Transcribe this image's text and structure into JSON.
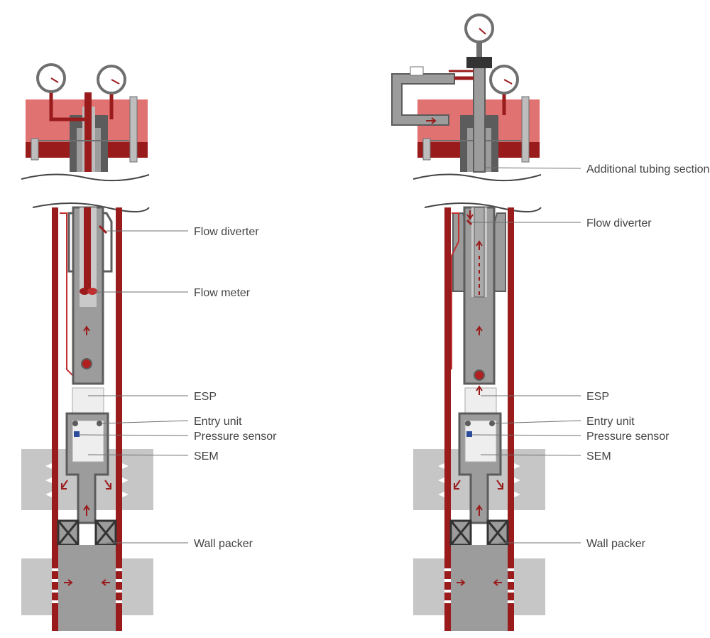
{
  "colors": {
    "casing_red": "#9a1b1b",
    "wellhead_pink": "#e07272",
    "grey_dark": "#5c5c5c",
    "grey_mid": "#9c9c9c",
    "grey_fill": "#bdbdbd",
    "grey_light": "#d6d6d6",
    "formation": "#c6c6c6",
    "sensor_blue": "#2a4c9a",
    "leader_line": "#6f6f6f",
    "label_text": "#444444"
  },
  "left_diagram": {
    "labels": {
      "flow_diverter": "Flow diverter",
      "flow_meter": "Flow meter",
      "esp": "ESP",
      "entry_unit": "Entry unit",
      "pressure_sensor": "Pressure sensor",
      "sem": "SEM",
      "wall_packer": "Wall packer"
    }
  },
  "right_diagram": {
    "labels": {
      "additional_tubing_section": "Additional tubing section",
      "flow_diverter": "Flow diverter",
      "esp": "ESP",
      "entry_unit": "Entry unit",
      "pressure_sensor": "Pressure sensor",
      "sem": "SEM",
      "wall_packer": "Wall packer"
    }
  },
  "icons": {
    "gauge": "pressure-gauge-icon",
    "flow_arrow": "flow-arrow-icon"
  }
}
